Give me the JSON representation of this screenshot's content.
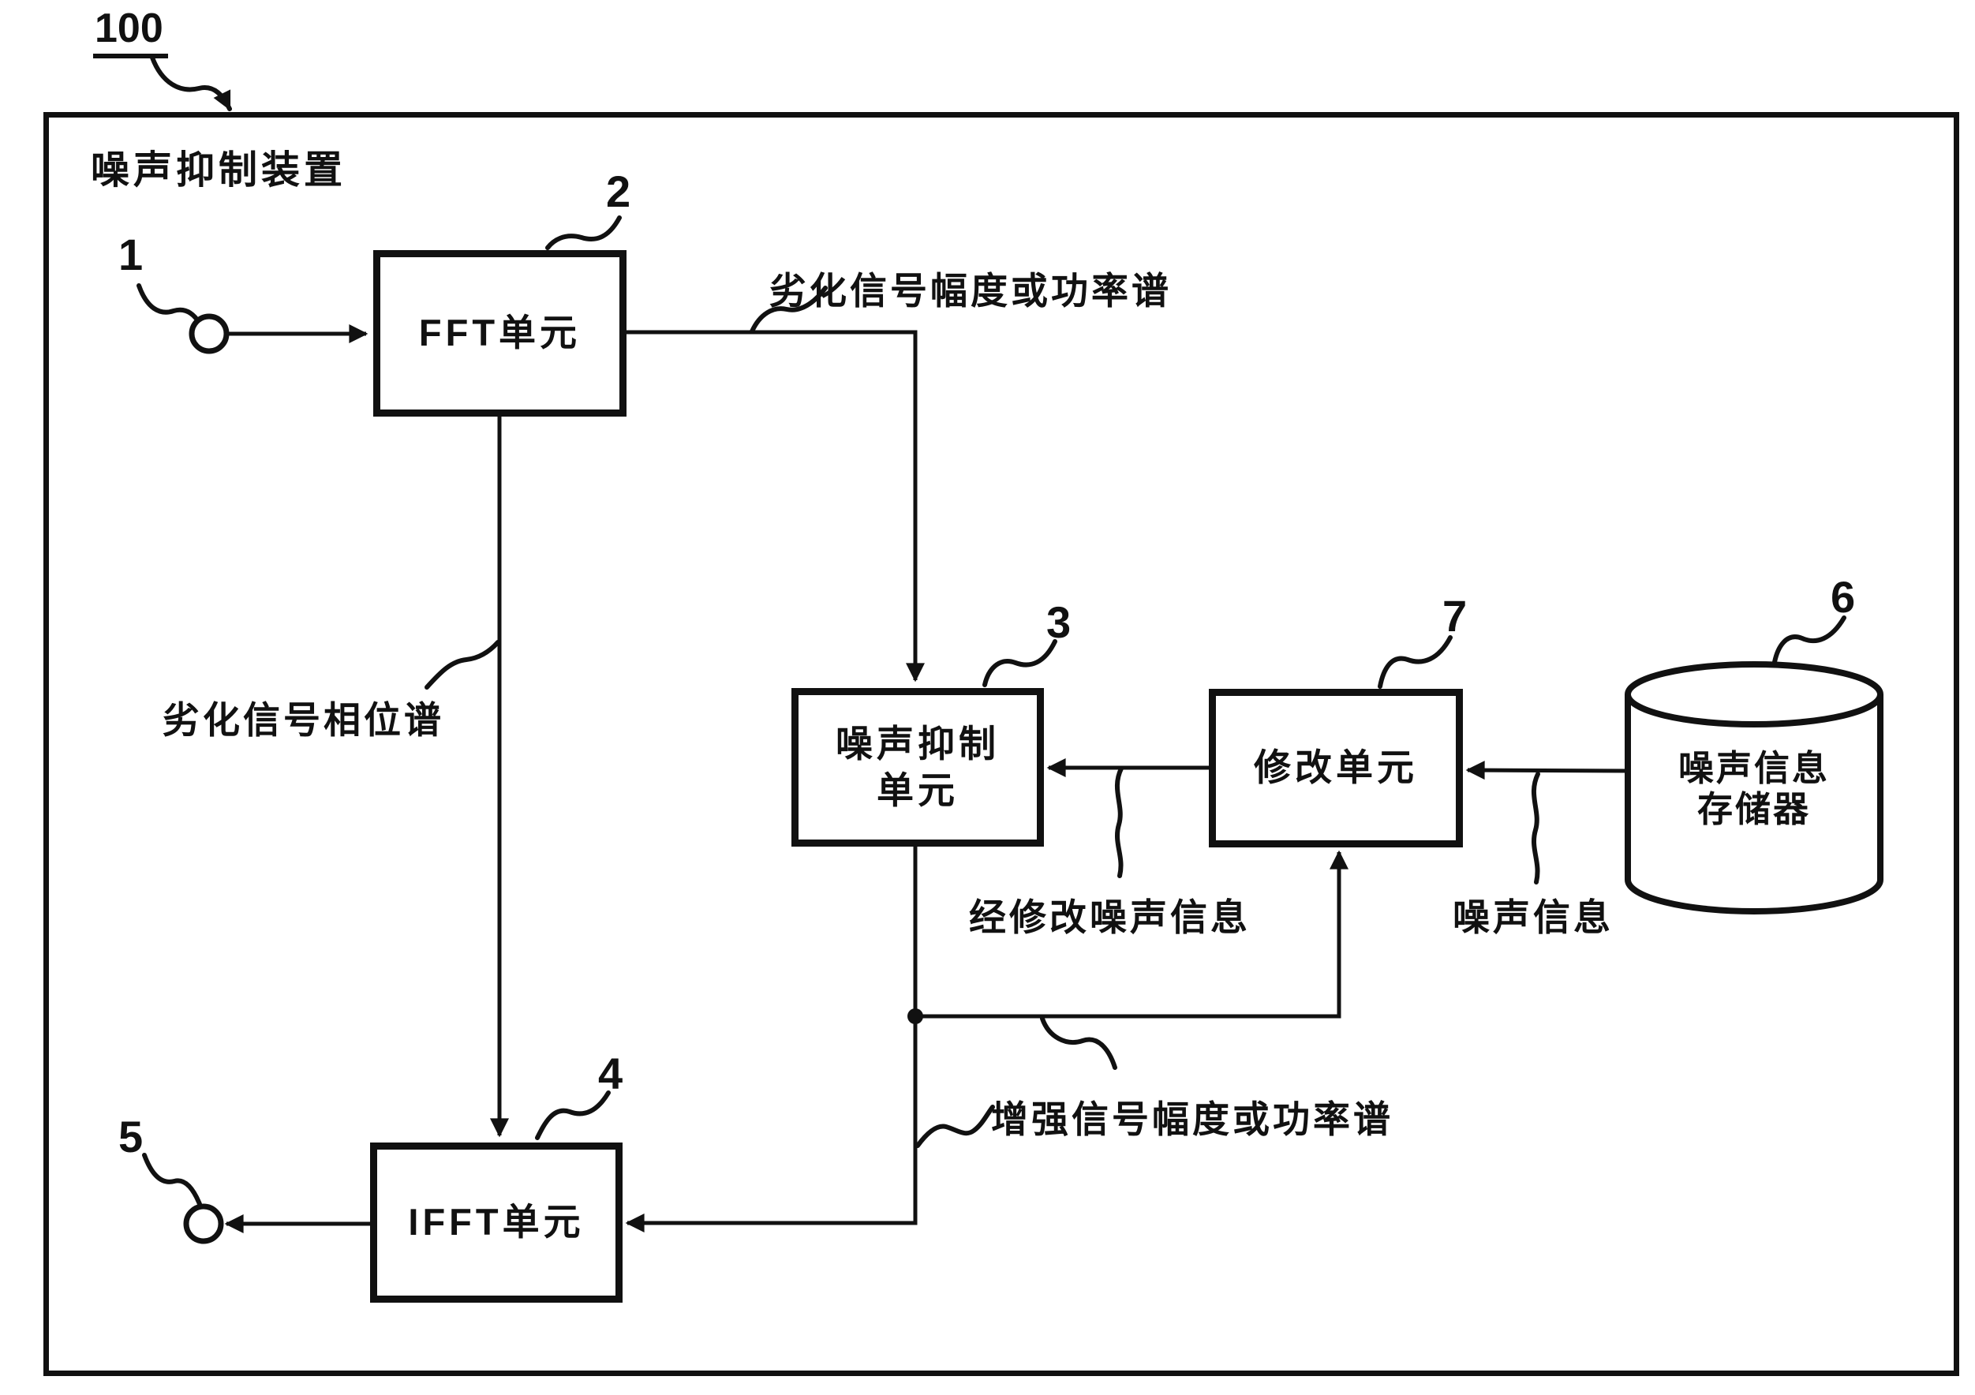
{
  "figure": {
    "ref_number": "100",
    "device_label": "噪声抑制装置",
    "nodes": {
      "input_terminal": {
        "ref": "1"
      },
      "fft": {
        "ref": "2",
        "label": "FFT单元"
      },
      "noise_suppression": {
        "ref": "3",
        "label_line1": "噪声抑制",
        "label_line2": "单元"
      },
      "ifft": {
        "ref": "4",
        "label": "IFFT单元"
      },
      "output_terminal": {
        "ref": "5"
      },
      "noise_memory": {
        "ref": "6",
        "label_line1": "噪声信息",
        "label_line2": "存储器"
      },
      "modification": {
        "ref": "7",
        "label": "修改单元"
      }
    },
    "edge_labels": {
      "degraded_amplitude": "劣化信号幅度或功率谱",
      "degraded_phase": "劣化信号相位谱",
      "modified_noise_info": "经修改噪声信息",
      "noise_info": "噪声信息",
      "enhanced_amplitude": "增强信号幅度或功率谱"
    },
    "colors": {
      "ink": "#111111",
      "background": "#ffffff"
    }
  }
}
